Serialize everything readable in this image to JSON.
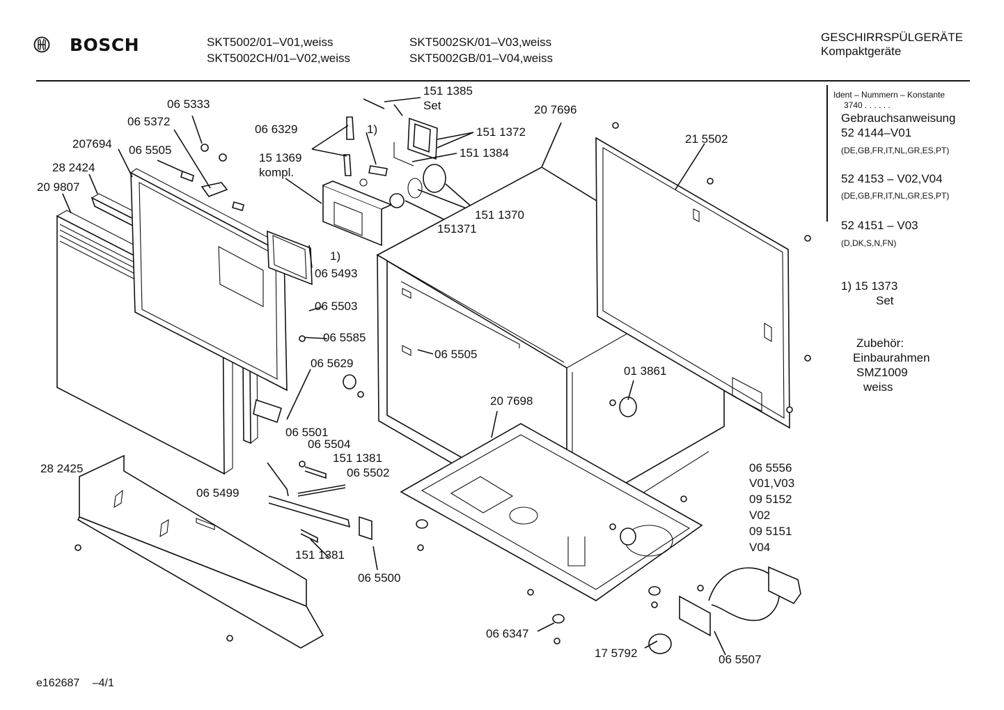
{
  "header": {
    "brand": "BOSCH",
    "models_col1": [
      "SKT5002/01–V01,weiss",
      "SKT5002CH/01–V02,weiss"
    ],
    "models_col2": [
      "SKT5002SK/01–V03,weiss",
      "SKT5002GB/01–V04,weiss"
    ],
    "category": "GESCHIRRSPÜLGERÄTE",
    "subcategory": "Kompaktgeräte"
  },
  "sidebar": {
    "ident_label": "Ident – Nummern – Konstante",
    "ident_value": "3740  .  .  .  .  .  .",
    "manual_title": "Gebrauchsanweisung",
    "manuals": [
      {
        "number": "52 4144–V01",
        "langs": "(DE,GB,FR,IT,NL,GR,ES,PT)"
      },
      {
        "number": "52 4153 – V02,V04",
        "langs": "(DE,GB,FR,IT,NL,GR,ES,PT)"
      },
      {
        "number": "52 4151 – V03",
        "langs": "(D,DK,S,N,FN)"
      }
    ],
    "footnote_num": "1) 15 1373",
    "footnote_set": "Set",
    "accessory": [
      "Zubehör:",
      "Einbaurahmen",
      "SMZ1009",
      "weiss"
    ]
  },
  "part_labels": [
    "06 5333",
    "06 5372",
    "207694",
    "06 5505",
    "28 2424",
    "20 9807",
    "06 6329",
    "1)",
    "151 1385",
    "Set",
    "151 1372",
    "151 1384",
    "20 7696",
    "21 5502",
    "15 1369",
    "kompl.",
    "151 1370",
    "151371",
    "1)",
    "06 5493",
    "06 5503",
    "06 5585",
    "06 5505",
    "06 5629",
    "01 3861",
    "20 7698",
    "06 5501",
    "06 5504",
    "151 1381",
    "06 5502",
    "28 2425",
    "06 5499",
    "151 1381",
    "06 5500",
    "06 5556",
    "V01,V03",
    "09 5152",
    "V02",
    "09 5151",
    "V04",
    "06 6347",
    "17 5792",
    "06 5507"
  ],
  "footer": {
    "code": "e162687",
    "page": "–4/1"
  }
}
